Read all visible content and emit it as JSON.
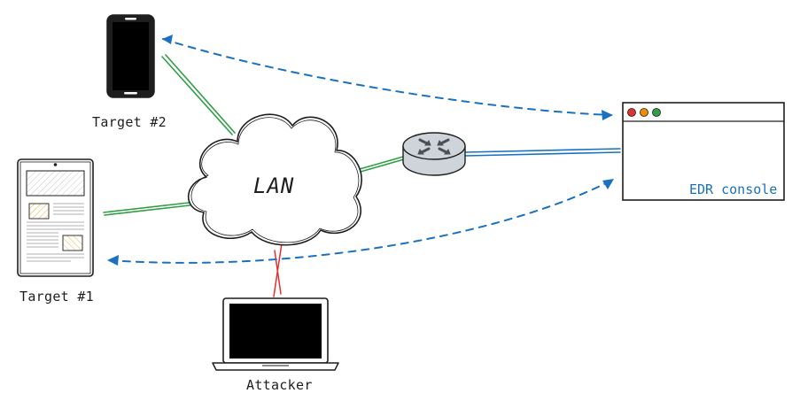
{
  "nodes": {
    "target2": {
      "label": "Target #2",
      "icon": "smartphone-icon"
    },
    "target1": {
      "label": "Target #1",
      "icon": "tablet-icon"
    },
    "lan": {
      "label": "LAN",
      "icon": "cloud-icon"
    },
    "router": {
      "label": "",
      "icon": "router-icon"
    },
    "attacker": {
      "label": "Attacker",
      "icon": "laptop-icon"
    },
    "edr": {
      "label": "EDR console",
      "icon": "browser-window-icon"
    }
  },
  "colors": {
    "ink": "#1e1e1e",
    "lan_link": "#2f9e44",
    "blocked_link": "#e03131",
    "edr_link": "#1971c2",
    "window_dot_red": "#e03131",
    "window_dot_orange": "#f08c00",
    "window_dot_green": "#2f9e44",
    "router_fill": "#ced4da",
    "tablet_fill": "#ffec99"
  }
}
